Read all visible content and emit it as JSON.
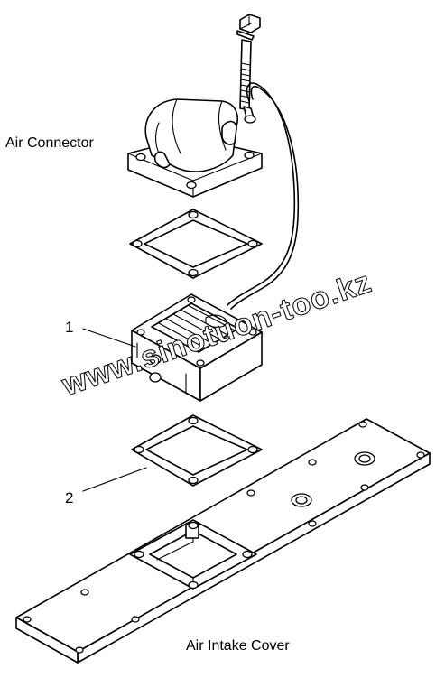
{
  "labels": {
    "air_connector": "Air Connector",
    "air_intake_cover": "Air Intake Cover",
    "callout_1": "1",
    "callout_2": "2"
  },
  "watermark": "www.sinotuon-too.kz",
  "colors": {
    "line": "#000000",
    "background": "#ffffff"
  }
}
